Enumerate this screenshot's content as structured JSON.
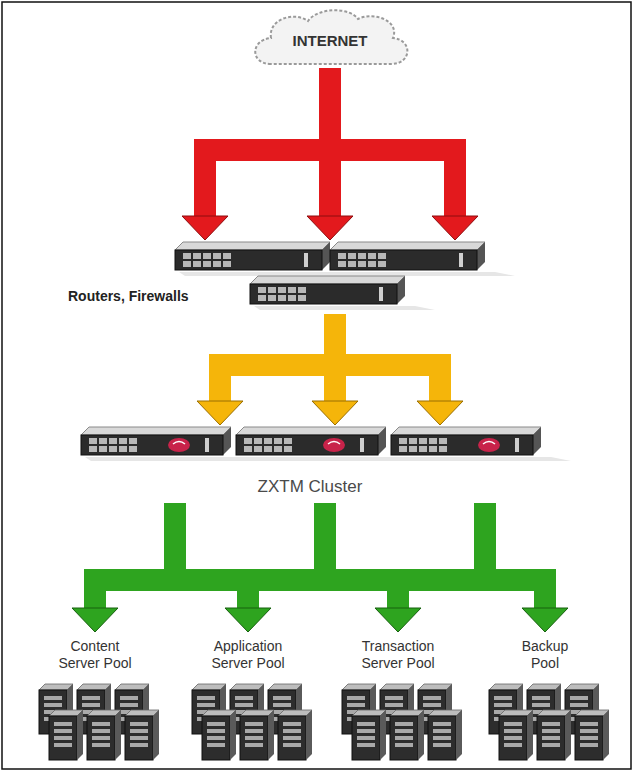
{
  "diagram": {
    "nodes": [
      {
        "text": [
          "INTERNET"
        ]
      },
      {
        "text": [
          "Routers, Firewalls"
        ]
      },
      {
        "text": [
          "ZXTM Cluster"
        ]
      },
      {
        "text": [
          "Content Server Pool"
        ]
      },
      {
        "text": [
          "Application Server Pool"
        ]
      },
      {
        "text": [
          "Transaction Server Pool"
        ]
      },
      {
        "text": [
          "Backup Pool"
        ]
      }
    ],
    "edges": [
      {
        "from": 0,
        "to": 1,
        "arrow": "to"
      },
      {
        "from": 1,
        "to": 2,
        "arrow": "to"
      },
      {
        "from": 2,
        "to": 3,
        "arrow": "to"
      },
      {
        "from": 2,
        "to": 4,
        "arrow": "to"
      },
      {
        "from": 2,
        "to": 5,
        "arrow": "to"
      },
      {
        "from": 2,
        "to": 6,
        "arrow": "to"
      }
    ]
  }
}
